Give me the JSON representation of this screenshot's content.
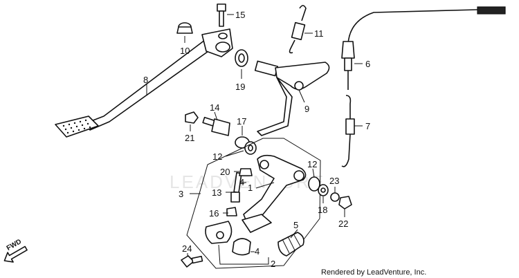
{
  "callouts": {
    "c1": "1",
    "c2": "2",
    "c3": "3",
    "c4a": "4",
    "c4b": "4",
    "c5": "5",
    "c6": "6",
    "c7": "7",
    "c8": "8",
    "c9": "9",
    "c10": "10",
    "c11": "11",
    "c12a": "12",
    "c12b": "12",
    "c13": "13",
    "c14": "14",
    "c15": "15",
    "c16": "16",
    "c17": "17",
    "c18": "18",
    "c19": "19",
    "c20": "20",
    "c21": "21",
    "c22": "22",
    "c23": "23",
    "c24": "24"
  },
  "fwd_label": "FWD",
  "watermark": "LEADVENTURE",
  "credit": "Rendered by LeadVenture, Inc."
}
